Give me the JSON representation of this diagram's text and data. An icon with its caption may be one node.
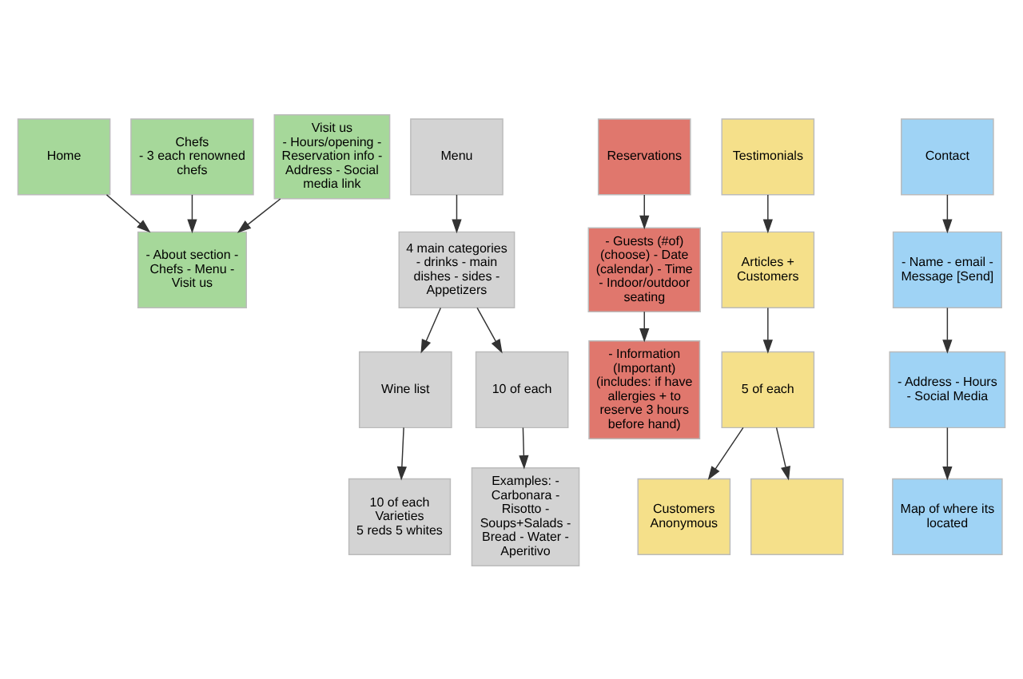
{
  "diagram": {
    "nodes": [
      {
        "text": [
          "Home"
        ]
      },
      {
        "text": [
          "Menu"
        ]
      },
      {
        "text": [
          "Reservations"
        ]
      },
      {
        "text": [
          "Testimonials"
        ]
      },
      {
        "text": [
          "Contact"
        ]
      },
      {
        "text": [
          "Chefs",
          "- 3 each renowned chefs"
        ]
      },
      {
        "text": [
          "Visit us",
          "- Hours/opening - Reservation info - Address - Social media link"
        ]
      },
      {
        "text": [
          "- About section - Chefs - Menu - Visit us"
        ]
      },
      {
        "text": [
          "4 main categories - drinks - main dishes - sides - Appetizers"
        ]
      },
      {
        "text": [
          "- Guests (#of) (choose) - Date (calendar) - Time - Indoor/outdoor seating"
        ]
      },
      {
        "text": [
          "Articles + Customers"
        ]
      },
      {
        "text": [
          "- Name - email - Message [Send]"
        ]
      },
      {
        "text": [
          "- Address - Hours - Social Media"
        ]
      },
      {
        "text": [
          "Map of where its located"
        ]
      },
      {
        "text": [
          "Wine list"
        ]
      },
      {
        "text": [
          "10 of each"
        ]
      },
      {
        "text": [
          "- Information (Important) (includes: if have allergies + to reserve 3 hours before hand)"
        ]
      },
      {
        "text": [
          "5 of each"
        ]
      },
      {
        "text": [
          "Customers",
          "Anonymous"
        ]
      },
      {
        "text": [
          "10 of each Varieties",
          "5 reds 5 whites"
        ]
      },
      {
        "text": [
          "Examples: - Carbonara - Risotto - Soups+Salads - Bread - Water - Aperitivo"
        ]
      },
      {
        "text": [],
        "shape": "box"
      }
    ],
    "edges": [
      {
        "from": 0,
        "to": 7,
        "arrow": "to"
      },
      {
        "from": 5,
        "to": 7,
        "arrow": "to"
      },
      {
        "from": 6,
        "to": 7,
        "arrow": "to"
      },
      {
        "from": 1,
        "to": 8,
        "arrow": "to"
      },
      {
        "from": 8,
        "to": 14,
        "arrow": "to"
      },
      {
        "from": 8,
        "to": 15,
        "arrow": "to"
      },
      {
        "from": 14,
        "to": 19,
        "arrow": "to"
      },
      {
        "from": 15,
        "to": 20,
        "arrow": "to"
      },
      {
        "from": 2,
        "to": 9,
        "arrow": "to"
      },
      {
        "from": 9,
        "to": 16,
        "arrow": "to"
      },
      {
        "from": 3,
        "to": 10,
        "arrow": "to"
      },
      {
        "from": 10,
        "to": 17,
        "arrow": "to"
      },
      {
        "from": 17,
        "to": 18,
        "arrow": "to"
      },
      {
        "from": 17,
        "to": 21,
        "arrow": "to"
      },
      {
        "from": 4,
        "to": 11,
        "arrow": "to"
      },
      {
        "from": 11,
        "to": 12,
        "arrow": "to"
      },
      {
        "from": 12,
        "to": 13,
        "arrow": "to"
      }
    ]
  }
}
